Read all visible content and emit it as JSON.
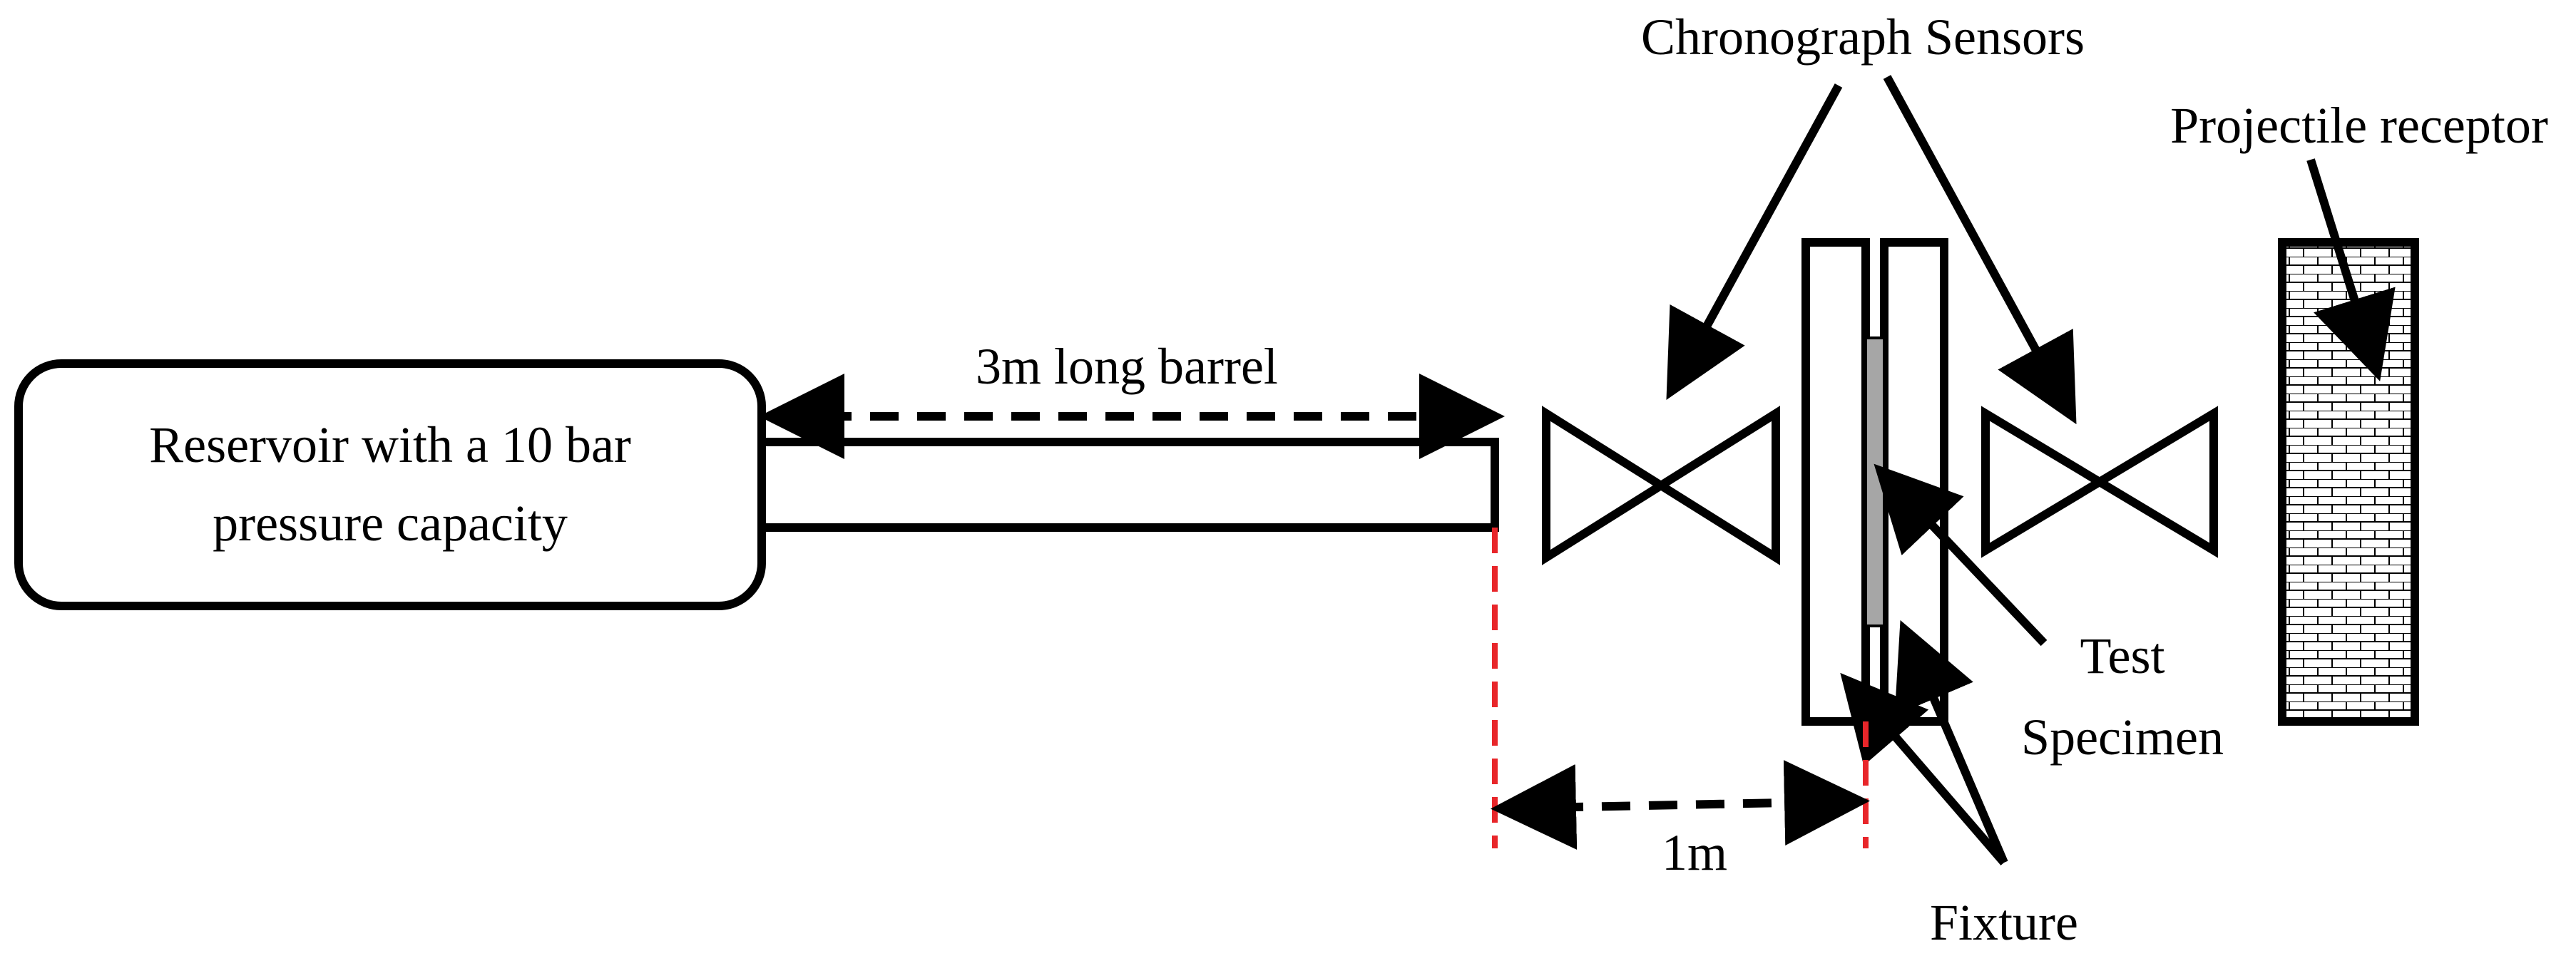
{
  "labels": {
    "reservoir_line1": "Reservoir with a 10 bar",
    "reservoir_line2": "pressure capacity",
    "barrel": "3m long barrel",
    "sensors": "Chronograph Sensors",
    "receptor": "Projectile receptor",
    "specimen_line1": "Test",
    "specimen_line2": "Specimen",
    "distance": "1m",
    "fixture": "Fixture"
  },
  "colors": {
    "stroke": "#000000",
    "reference_line": "#e8262a",
    "specimen_fill": "#a6a6a6",
    "receptor_fill": "#ffffff"
  }
}
